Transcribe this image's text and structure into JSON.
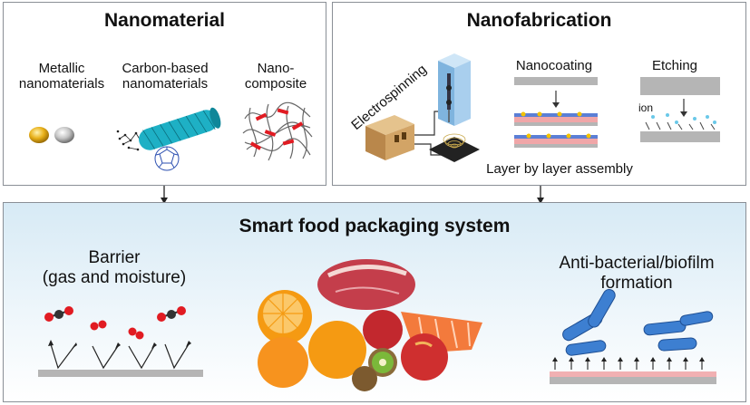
{
  "nanomaterial": {
    "title": "Nanomaterial",
    "items": [
      {
        "line1": "Metallic",
        "line2": "nanomaterials"
      },
      {
        "line1": "Carbon-based",
        "line2": "nanomaterials"
      },
      {
        "line1": "Nano-",
        "line2": "composite"
      }
    ]
  },
  "nanofabrication": {
    "title": "Nanofabrication",
    "electrospinning": "Electrospinning",
    "nanocoating": "Nanocoating",
    "etching": "Etching",
    "ion": "ion",
    "layer_by_layer": "Layer by layer assembly"
  },
  "system": {
    "title": "Smart food packaging system",
    "barrier_line1": "Barrier",
    "barrier_line2": "(gas and moisture)",
    "antibacterial_line1": "Anti-bacterial/biofilm",
    "antibacterial_line2": "formation"
  },
  "colors": {
    "border": "#8a8f96",
    "panel_gradient_top": "#d7eaf5",
    "panel_gradient_bottom": "#ffffff",
    "gold": "#e8b019",
    "red_dot": "#e11b22",
    "surface_gray": "#b5b5b5",
    "bacteria_blue": "#3d7fd1"
  }
}
